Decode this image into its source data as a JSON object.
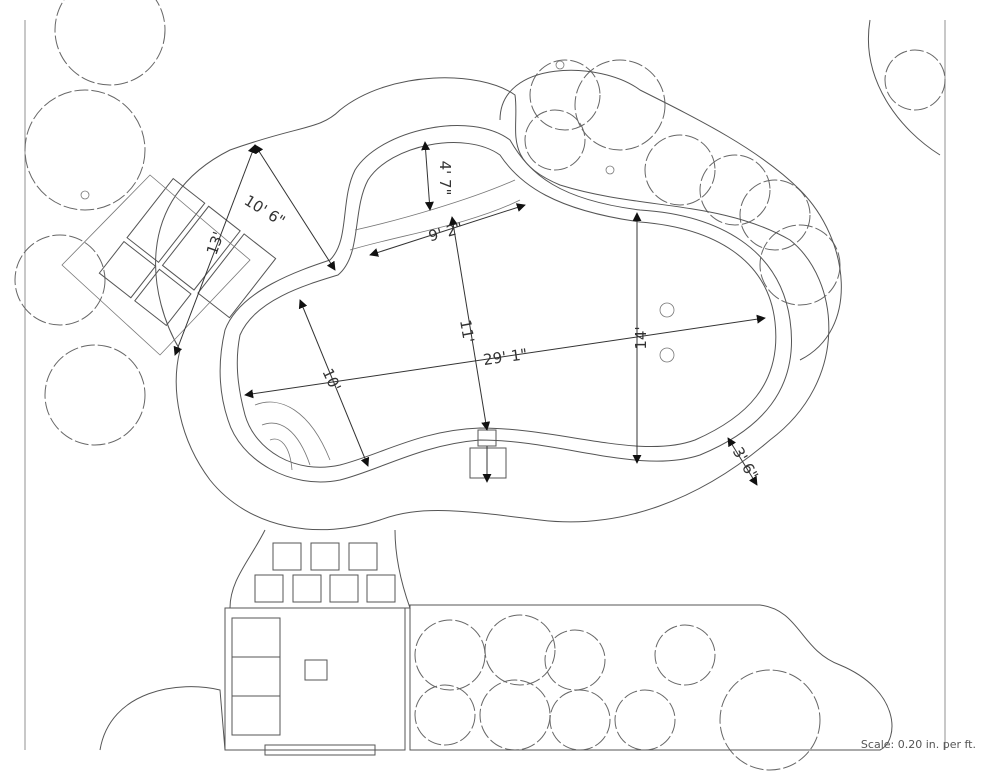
{
  "dimensions": {
    "steps_depth": "4' 7\"",
    "steps_width": "9' 2\"",
    "spa_width": "10' 6\"",
    "spa_length": "13'",
    "pool_mid_width": "11'",
    "pool_length": "29' 1\"",
    "pool_deep_width": "14'",
    "pool_shallow_width": "10'",
    "deck_width": "3' 6\""
  },
  "scale_label": "Scale: 0.20 in. per ft."
}
